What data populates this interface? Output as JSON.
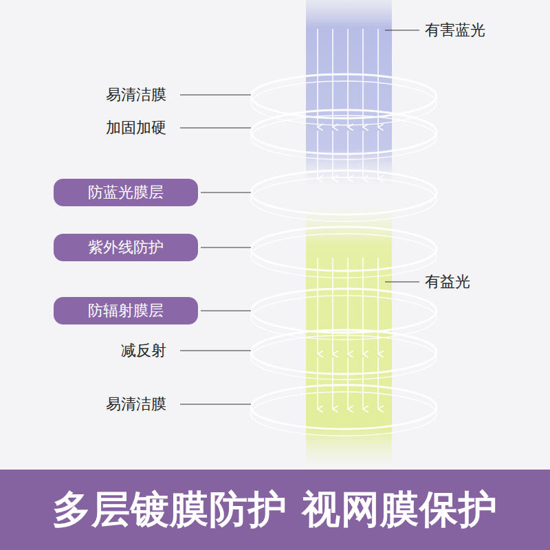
{
  "diagram": {
    "nodes": [
      {
        "text": [
          "防蓝光膜层"
        ]
      },
      {
        "text": [
          "紫外线防护"
        ]
      },
      {
        "text": [
          "防辐射膜层"
        ]
      },
      {
        "text": [
          "多层镀膜防护 视网膜保护"
        ]
      }
    ],
    "labels": [
      "有害蓝光",
      "易清洁膜",
      "加固加硬",
      "减反射",
      "易清洁膜",
      "有益光"
    ]
  }
}
